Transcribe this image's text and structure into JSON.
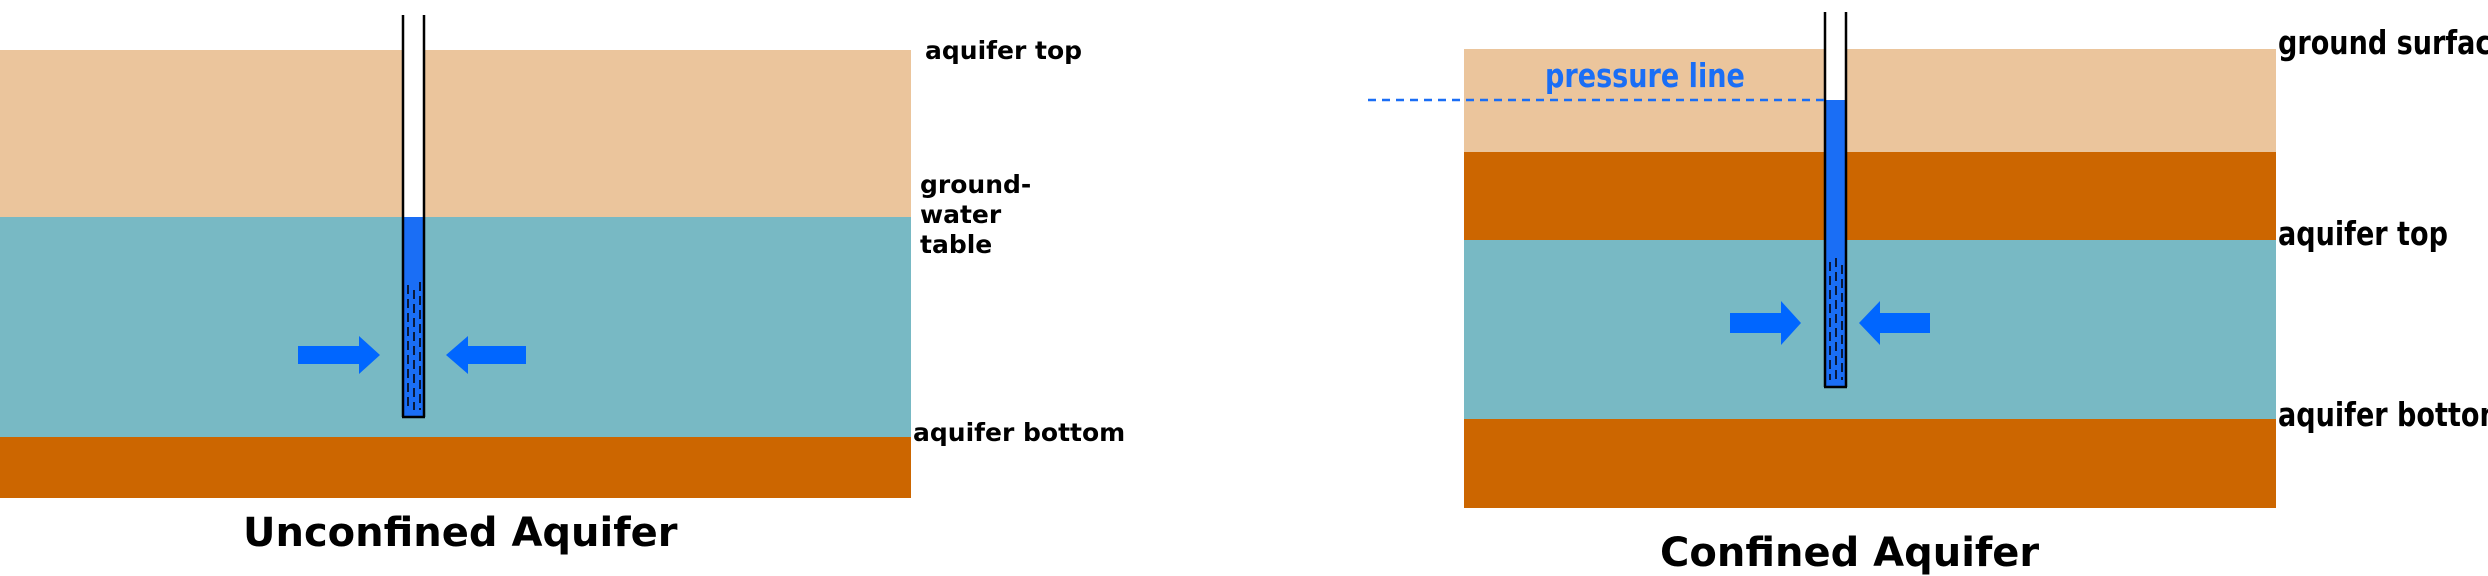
{
  "unconfined": {
    "title": "Unconfined Aquifer",
    "labels": {
      "aquifer_top": "aquifer top",
      "groundwater_line1": "ground-",
      "groundwater_line2": "water",
      "groundwater_line3": "table",
      "aquifer_bottom": "aquifer bottom"
    }
  },
  "confined": {
    "title": "Confined Aquifer",
    "labels": {
      "ground_surface": "ground surface",
      "pressure_line": "pressure line",
      "aquifer_top": "aquifer top",
      "aquifer_bottom": "aquifer bottom"
    }
  },
  "colors": {
    "soil_light": "#ebc59c",
    "soil_dark": "#cc6600",
    "aquifer_water": "#78b9c4",
    "well_water": "#1a6ef5",
    "arrow": "#0066ff",
    "pressure_line": "#1a6ef5"
  }
}
